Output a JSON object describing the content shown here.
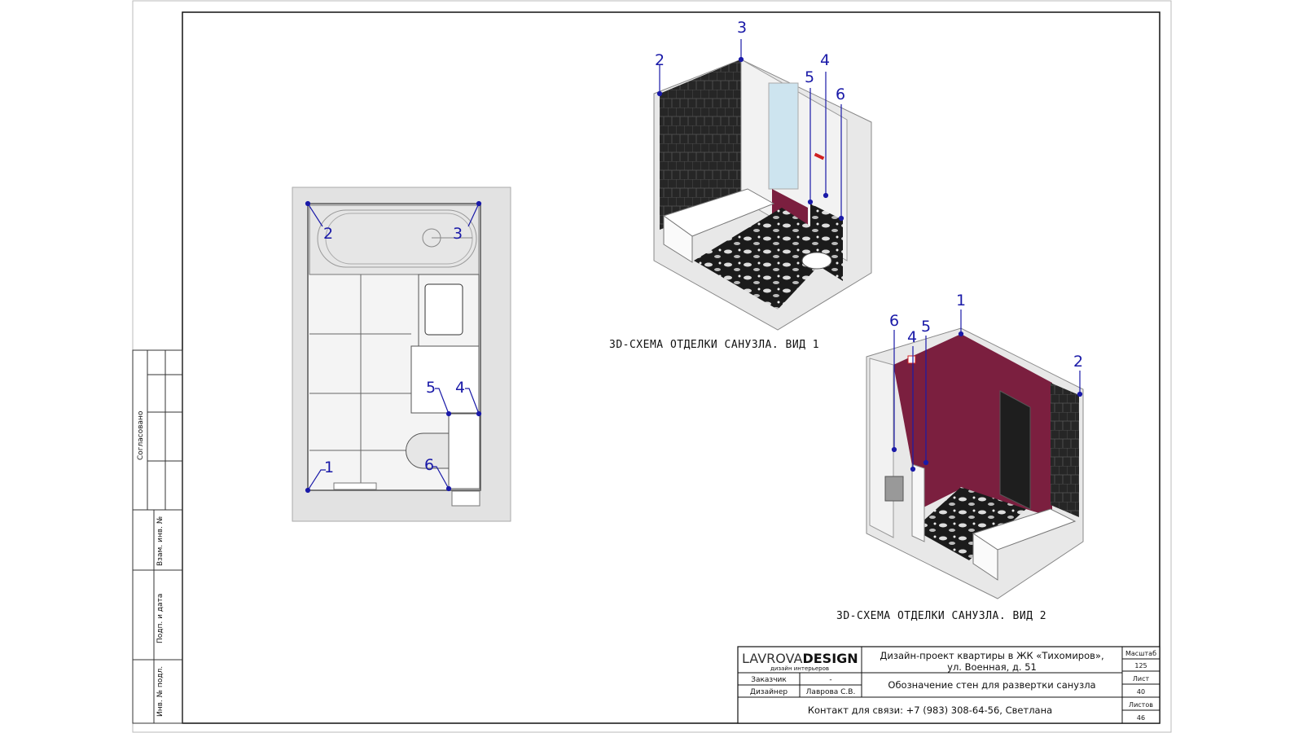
{
  "sheet": {
    "left_stamp": {
      "agreed": "Согласовано",
      "inv_swap": "Взам. инв. №",
      "sign_date": "Подп. и дата",
      "inv_orig": "Инв. № подл."
    },
    "views": {
      "plan_markers": [
        "1",
        "2",
        "3",
        "4",
        "5",
        "6"
      ],
      "view1": {
        "caption": "3D-СХЕМА ОТДЕЛКИ САНУЗЛА. ВИД 1",
        "markers": [
          "2",
          "3",
          "4",
          "5",
          "6"
        ]
      },
      "view2": {
        "caption": "3D-СХЕМА ОТДЕЛКИ САНУЗЛА. ВИД 2",
        "markers": [
          "6",
          "4",
          "5",
          "1",
          "2"
        ]
      }
    },
    "title_block": {
      "logo_light": "LAVROVA",
      "logo_bold": "DESIGN",
      "logo_sub": "дизайн интерьеров",
      "project_line1": "Дизайн-проект квартиры в ЖК «Тихомиров»,",
      "project_line2": "ул. Военная, д. 51",
      "customer_label": "Заказчик",
      "customer_value": "-",
      "designer_label": "Дизайнер",
      "designer_value": "Лаврова С.В.",
      "sheet_title": "Обозначение стен для развертки санузла",
      "contact": "Контакт для связи: +7 (983) 308-64-56, Светлана",
      "scale_label": "Масштаб",
      "scale_value": "125",
      "sheet_label": "Лист",
      "sheet_value": "40",
      "sheets_label": "Листов",
      "sheets_value": "46"
    },
    "colors": {
      "marker": "#1a1aa8",
      "accent_wall": "#7b1f3f",
      "tile": "#2a2a2a"
    }
  }
}
